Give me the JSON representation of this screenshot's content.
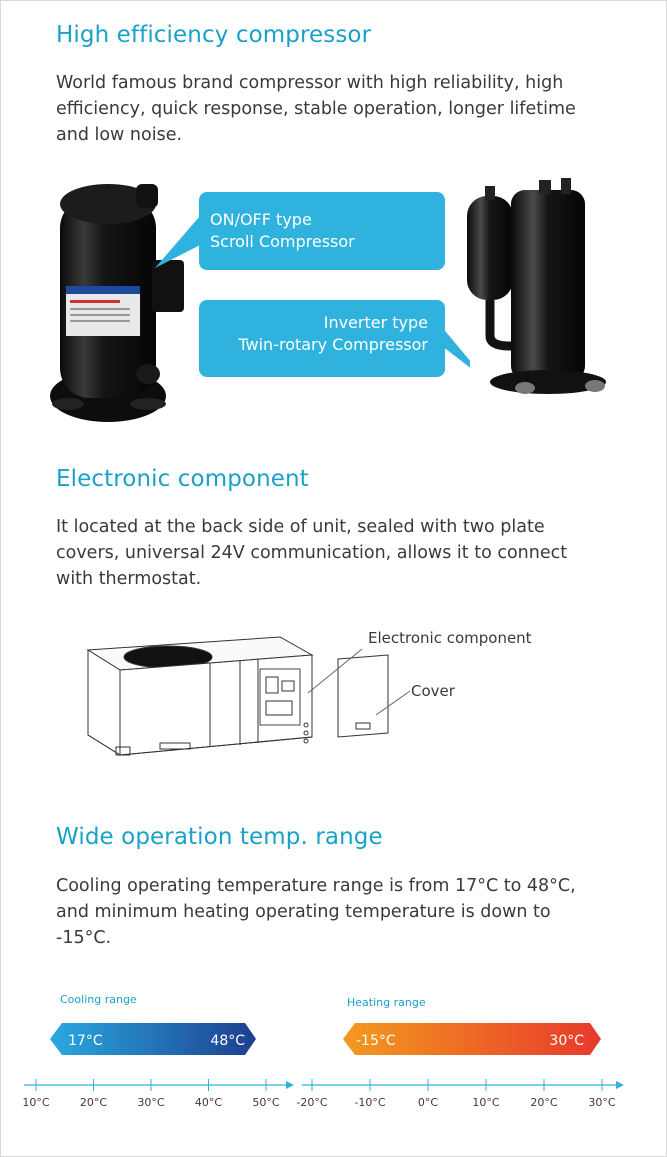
{
  "sections": {
    "compressor": {
      "title": "High efficiency compressor",
      "body_lines": [
        "World famous brand compressor with high reliability, high",
        "efficiency, quick response, stable operation, longer lifetime",
        "and low noise."
      ],
      "callout_scroll": {
        "line1": "ON/OFF type",
        "line2": "Scroll Compressor"
      },
      "callout_inverter": {
        "line1": "Inverter type",
        "line2": "Twin-rotary Compressor"
      }
    },
    "electronic": {
      "title": "Electronic component",
      "body_lines": [
        "It located at the back side of unit, sealed with two plate",
        "covers, universal 24V communication, allows it to connect",
        "with thermostat."
      ],
      "label_component": "Electronic component",
      "label_cover": "Cover"
    },
    "temp_range": {
      "title": "Wide operation temp. range",
      "body_lines": [
        "Cooling operating temperature range is from 17°C to 48°C,",
        "and minimum heating operating temperature is down to",
        "-15°C."
      ],
      "cooling": {
        "label": "Cooling range",
        "min": "17°C",
        "max": "48°C",
        "min_value": 17,
        "max_value": 48,
        "color_start": "#2aa9e0",
        "color_end": "#1d3f8f"
      },
      "heating": {
        "label": "Heating range",
        "min": "-15°C",
        "max": "30°C",
        "min_value": -15,
        "max_value": 30,
        "color_start": "#f29a1f",
        "color_end": "#e8392b"
      },
      "scale_left": [
        "10°C",
        "20°C",
        "30°C",
        "40°C",
        "50°C"
      ],
      "scale_right": [
        "-20°C",
        "-10°C",
        "0°C",
        "10°C",
        "20°C",
        "30°C"
      ]
    }
  },
  "colors": {
    "accent": "#1aa1c9",
    "callout": "#2fb3de",
    "axis": "#2fb3de"
  }
}
